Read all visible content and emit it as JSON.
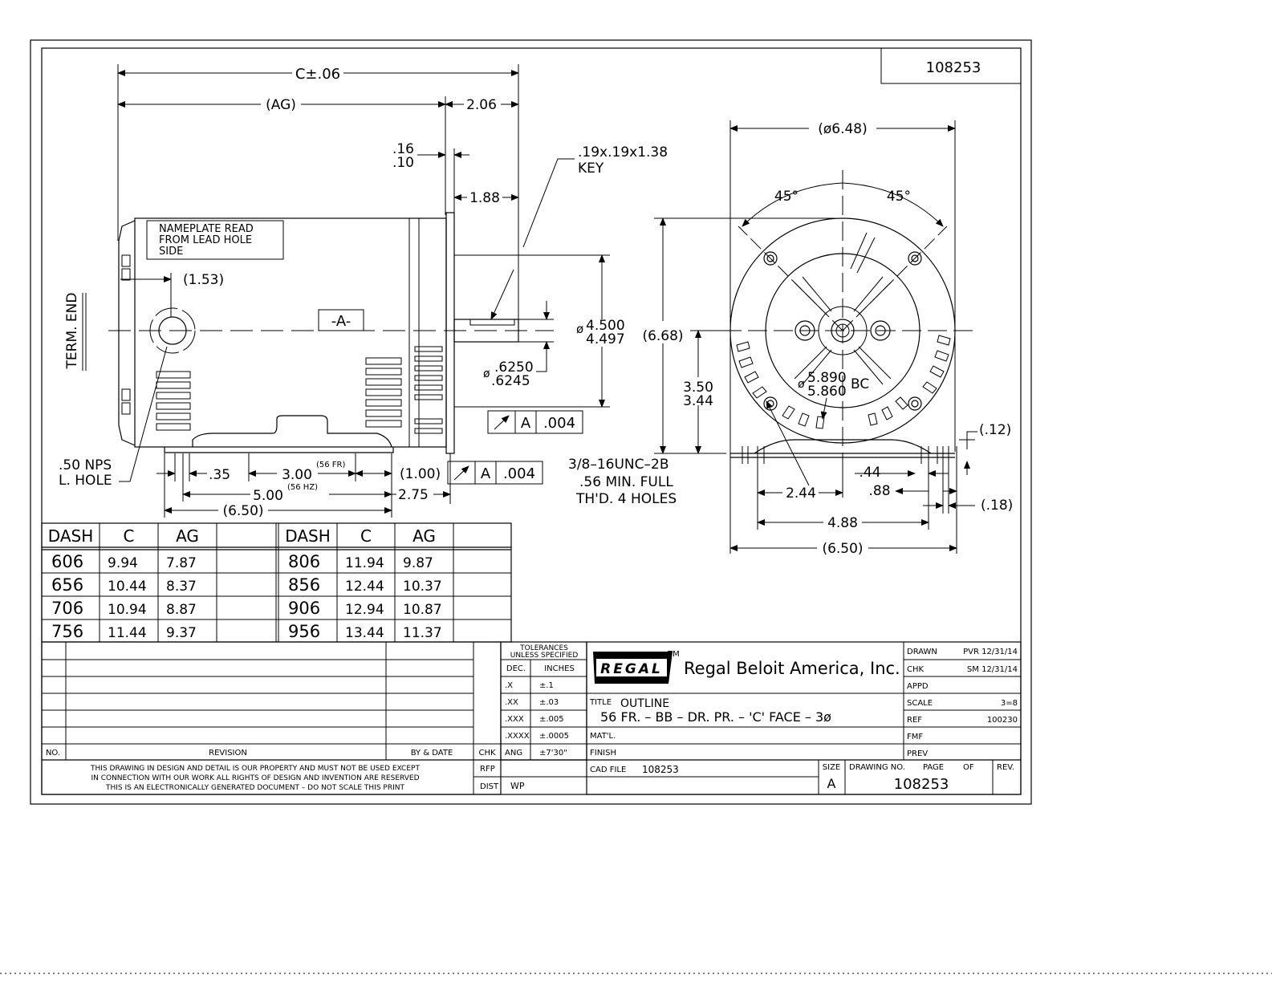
{
  "drawing_number": "108253",
  "side_view": {
    "dims": {
      "c": "C±.06",
      "ag": "(AG)",
      "shaft_ext": "2.06",
      "dim_16": ".16",
      "dim_10": ".10",
      "key_spec": ".19x.19x1.38",
      "key_label": "KEY",
      "dim_188": "1.88",
      "dim_153": "(1.53)",
      "datum": "-A-",
      "pilot_top": "4.500",
      "pilot_bottom": "4.497",
      "dia_668": "(6.68)",
      "shaft_top": ".6250",
      "shaft_bottom": ".6245",
      "dim_35": ".35",
      "dim_300": "3.00",
      "note_56fr": "(56 FR)",
      "dim_100": "(1.00)",
      "dim_500": "5.00",
      "note_56hz": "(56 HZ)",
      "dim_275": "2.75",
      "dim_650_side": "(6.50)",
      "fc1_datum": "A",
      "fc1_value": ".004",
      "fc2_datum": "A",
      "fc2_value": ".004"
    },
    "nameplate_lines": [
      "NAMEPLATE READ",
      "FROM LEAD HOLE",
      "SIDE"
    ],
    "term_end": "TERM. END",
    "hole_note_1": ".50 NPS",
    "hole_note_2": "L. HOLE"
  },
  "end_view": {
    "dims": {
      "dia_648": "(ø6.48)",
      "angle_left": "45°",
      "angle_right": "45°",
      "dim_350": "3.50",
      "dim_344": "3.44",
      "bc_top": "5.890",
      "bc_bottom": "5.860",
      "bc_label": "BC",
      "dim_12": "(.12)",
      "dim_44": ".44",
      "dim_244": "2.44",
      "dim_88": ".88",
      "dim_18": "(.18)",
      "dim_488": "4.88",
      "dim_650": "(6.50)"
    },
    "thread_note": [
      "3/8–16UNC–2B",
      ".56 MIN. FULL",
      "TH'D. 4 HOLES"
    ]
  },
  "dash_table": {
    "headers": [
      "DASH",
      "C",
      "AG",
      "",
      "DASH",
      "C",
      "AG",
      ""
    ],
    "rows": [
      [
        "606",
        "9.94",
        "7.87",
        "",
        "806",
        "11.94",
        "9.87",
        ""
      ],
      [
        "656",
        "10.44",
        "8.37",
        "",
        "856",
        "12.44",
        "10.37",
        ""
      ],
      [
        "706",
        "10.94",
        "8.87",
        "",
        "906",
        "12.94",
        "10.87",
        ""
      ],
      [
        "756",
        "11.44",
        "9.37",
        "",
        "956",
        "13.44",
        "11.37",
        ""
      ]
    ]
  },
  "revision_block": {
    "no": "NO.",
    "revision": "REVISION",
    "by_date": "BY & DATE",
    "chk": "CHK",
    "notice": [
      "THIS DRAWING IN DESIGN AND DETAIL IS OUR PROPERTY AND MUST NOT BE USED EXCEPT",
      "IN CONNECTION WITH OUR WORK ALL RIGHTS OF DESIGN AND INVENTION ARE RESERVED",
      "THIS IS AN ELECTRONICALLY GENERATED DOCUMENT – DO NOT SCALE THIS PRINT"
    ]
  },
  "tolerances": {
    "title_1": "TOLERANCES",
    "title_2": "UNLESS SPECIFIED",
    "col_dec": "DEC.",
    "col_inches": "INCHES",
    "rows": [
      [
        ".X",
        "±.1"
      ],
      [
        ".XX",
        "±.03"
      ],
      [
        ".XXX",
        "±.005"
      ],
      [
        ".XXXX",
        "±.0005"
      ],
      [
        "ANG",
        "±7'30\""
      ]
    ]
  },
  "title_block": {
    "logo_text": "REGAL",
    "tm": "TM",
    "company": "Regal Beloit America, Inc.",
    "title_label": "TITLE",
    "title_1": "OUTLINE",
    "title_2": "56 FR. – BB – DR. PR. – 'C' FACE – 3ø",
    "matl_label": "MAT'L.",
    "finish_label": "FINISH",
    "cad_label": "CAD FILE",
    "cad_file": "108253",
    "rfp_label": "RFP",
    "dist_label": "DIST",
    "dist_value": "WP",
    "size_label": "SIZE",
    "size_value": "A",
    "drawing_no_label": "DRAWING NO.",
    "page_label": "PAGE",
    "of_label": "OF",
    "rev_label": "REV.",
    "drawing_no": "108253",
    "sign_rows": [
      [
        "DRAWN",
        "PVR 12/31/14"
      ],
      [
        "CHK",
        "SM 12/31/14"
      ],
      [
        "APPD",
        ""
      ],
      [
        "SCALE",
        "3=8"
      ],
      [
        "REF",
        "100230"
      ],
      [
        "FMF",
        ""
      ],
      [
        "PREV",
        ""
      ]
    ]
  }
}
